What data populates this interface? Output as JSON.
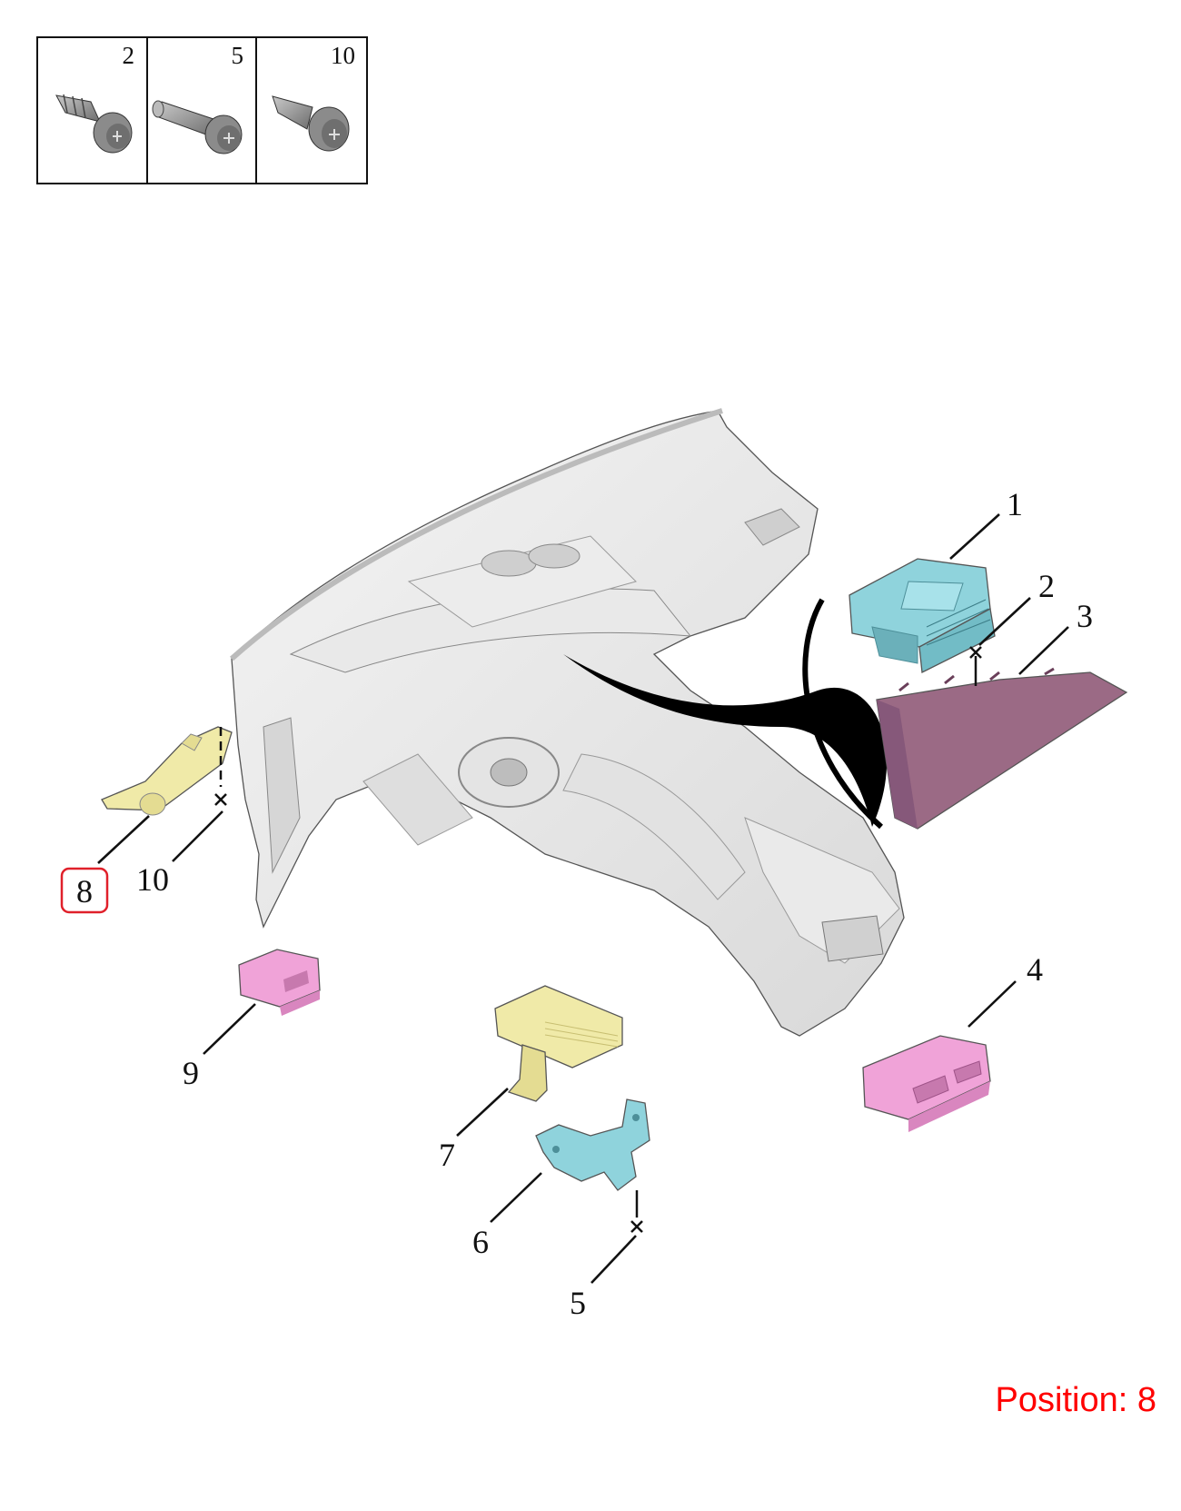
{
  "fastener_table": {
    "cells": [
      {
        "number": "2",
        "icon": "self-tapping-screw-icon"
      },
      {
        "number": "5",
        "icon": "bolt-icon"
      },
      {
        "number": "10",
        "icon": "push-rivet-icon"
      }
    ]
  },
  "callouts": [
    {
      "number": "1",
      "part": "cyan-control-unit",
      "color": "#8fd3dc"
    },
    {
      "number": "2"
    },
    {
      "number": "3",
      "part": "pink-display-panel",
      "color": "#9b6a85"
    },
    {
      "number": "4",
      "part": "pink-switch-module",
      "color": "#f0a3d8"
    },
    {
      "number": "5"
    },
    {
      "number": "6",
      "part": "cyan-bracket",
      "color": "#8fd3dc"
    },
    {
      "number": "7",
      "part": "yellow-module-with-bracket",
      "color": "#f0eaa8"
    },
    {
      "number": "8",
      "part": "yellow-bracket",
      "color": "#f0eaa8",
      "highlighted": true
    },
    {
      "number": "9",
      "part": "pink-small-module",
      "color": "#f0a3d8"
    },
    {
      "number": "10"
    }
  ],
  "highlight_color": "#e0202a",
  "position_label": "Position: 8"
}
